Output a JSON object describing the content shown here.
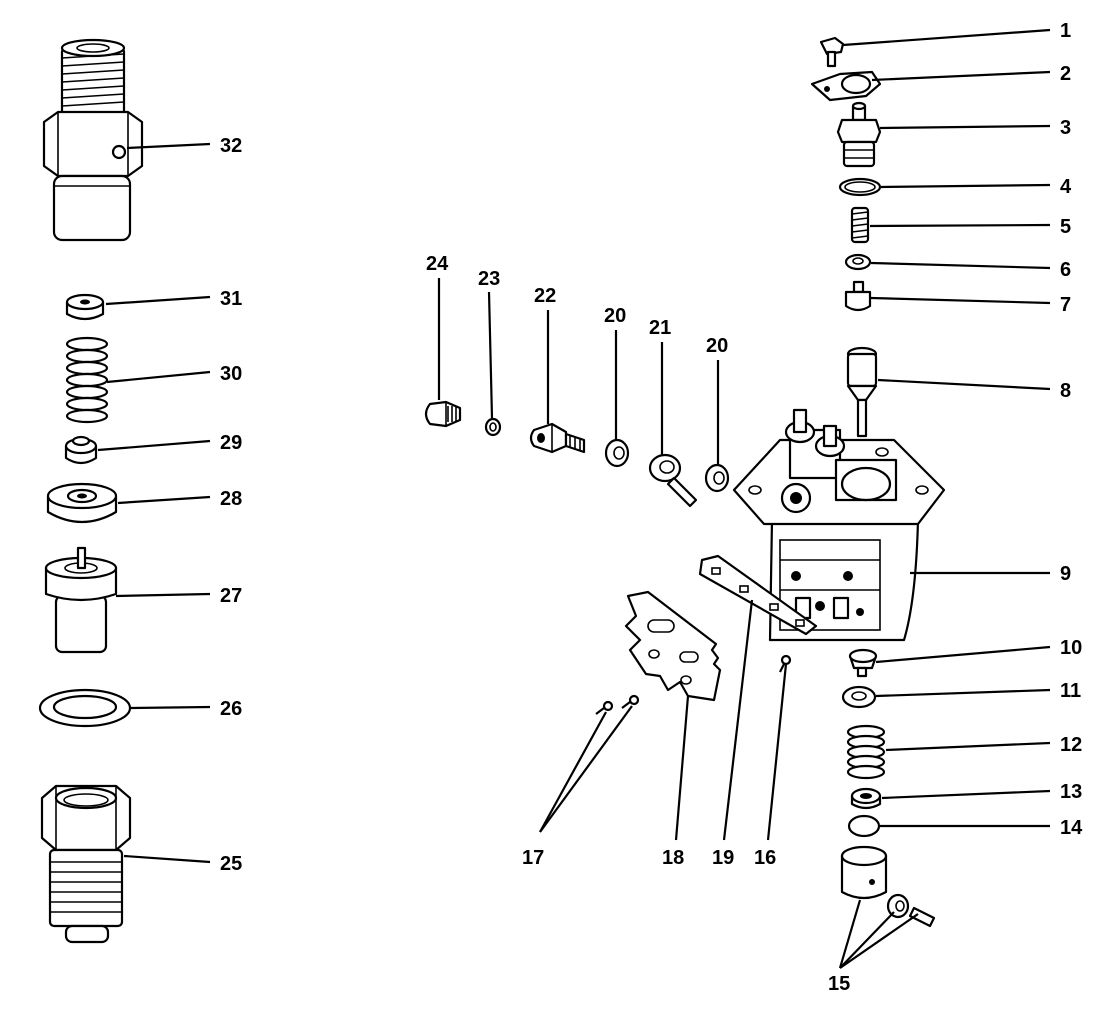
{
  "diagram": {
    "labels": {
      "p1": "1",
      "p2": "2",
      "p3": "3",
      "p4": "4",
      "p5": "5",
      "p6": "6",
      "p7": "7",
      "p8": "8",
      "p9": "9",
      "p10": "10",
      "p11": "11",
      "p12": "12",
      "p13": "13",
      "p14": "14",
      "p15": "15",
      "p16": "16",
      "p17": "17",
      "p18": "18",
      "p19": "19",
      "p20a": "20",
      "p20b": "20",
      "p21": "21",
      "p22": "22",
      "p23": "23",
      "p24": "24",
      "p25": "25",
      "p26": "26",
      "p27": "27",
      "p28": "28",
      "p29": "29",
      "p30": "30",
      "p31": "31",
      "p32": "32"
    }
  }
}
